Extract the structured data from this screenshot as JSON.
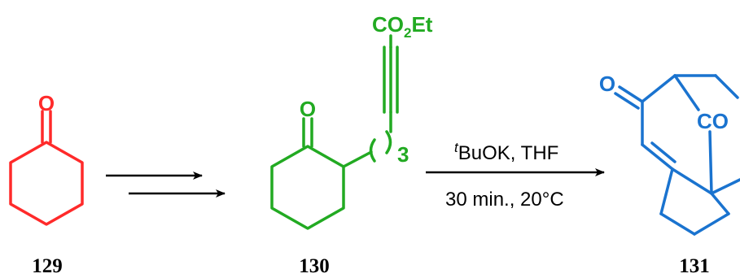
{
  "colors": {
    "red": "#ff2a2a",
    "green": "#22aa22",
    "blue": "#1a73cf",
    "black": "#000000"
  },
  "compounds": [
    {
      "id": "129",
      "label": "129",
      "atoms": {
        "o": "O"
      }
    },
    {
      "id": "130",
      "label": "130",
      "atoms": {
        "o": "O",
        "co": "CO",
        "co_sub": "2",
        "et": "Et",
        "chain_multiplier": "3"
      }
    },
    {
      "id": "131",
      "label": "131",
      "atoms": {
        "o": "O",
        "co": "CO"
      }
    }
  ],
  "reaction": {
    "reagent_prefix": "t",
    "reagent": "BuOK, THF",
    "conditions": "30 min., 20°C"
  }
}
